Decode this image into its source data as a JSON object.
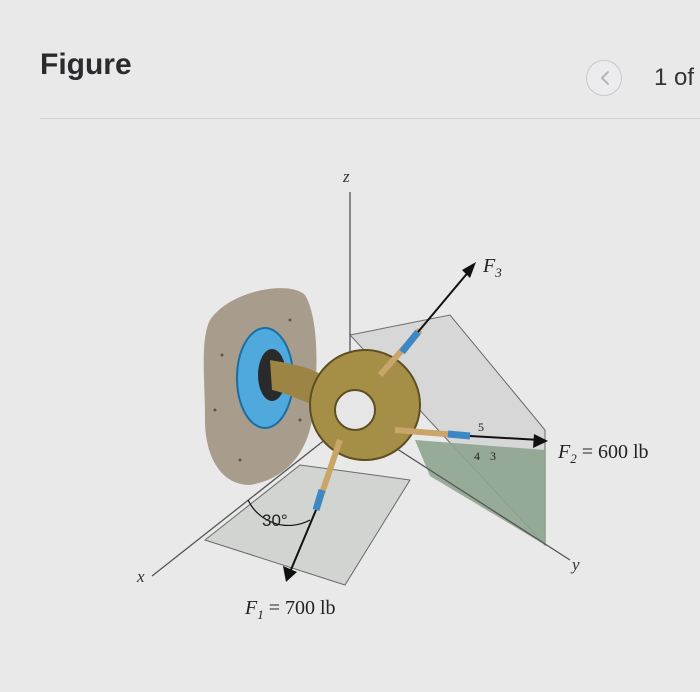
{
  "header": {
    "title": "Figure",
    "pager_text": "1 of"
  },
  "figure": {
    "axis_labels": {
      "z": "z",
      "x": "x",
      "y": "y"
    },
    "forces": {
      "f1_label": "F",
      "f1_sub": "1",
      "f1_value": " = 700 lb",
      "f2_label": "F",
      "f2_sub": "2",
      "f2_value": " = 600 lb",
      "f3_label": "F",
      "f3_sub": "3"
    },
    "angle_label": "30°",
    "slope_triangle": {
      "hyp": "5",
      "run": "4",
      "rise": "3"
    }
  },
  "colors": {
    "background": "#e9e9ea",
    "ring": "#a58e45",
    "wall_post": "#4fa9dd",
    "green_plane": "#8ea58f"
  }
}
